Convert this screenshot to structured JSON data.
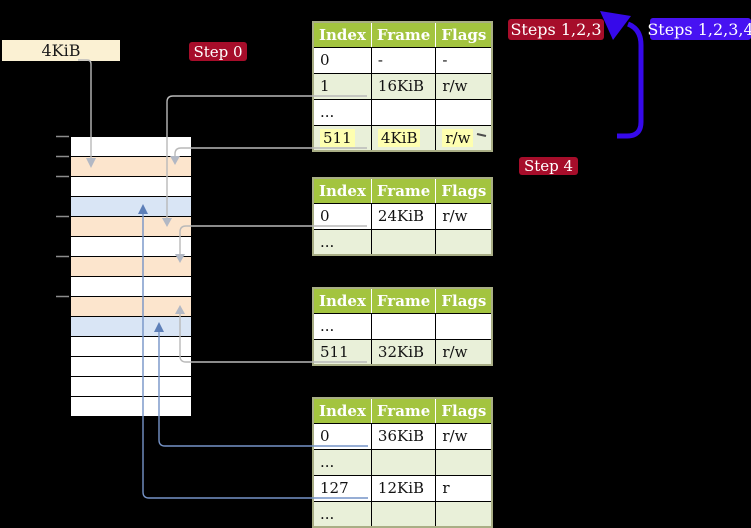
{
  "labels": {
    "frame_size": "4KiB",
    "step0": "Step 0",
    "steps123": "Steps 1,2,3",
    "steps1234": "Steps 1,2,3,4",
    "step4": "Step 4"
  },
  "tables": [
    {
      "name": "page-table-1",
      "headers": [
        "Index",
        "Frame",
        "Flags"
      ],
      "rows": [
        {
          "cells": [
            "0",
            "-",
            "-"
          ],
          "shaded": false,
          "highlight": false
        },
        {
          "cells": [
            "1",
            "16KiB",
            "r/w"
          ],
          "shaded": true,
          "highlight": false
        },
        {
          "cells": [
            "...",
            "",
            ""
          ],
          "shaded": false,
          "highlight": false
        },
        {
          "cells": [
            "511",
            "4KiB",
            "r/w"
          ],
          "shaded": true,
          "highlight": true
        }
      ]
    },
    {
      "name": "page-table-2",
      "headers": [
        "Index",
        "Frame",
        "Flags"
      ],
      "rows": [
        {
          "cells": [
            "0",
            "24KiB",
            "r/w"
          ],
          "shaded": false,
          "highlight": false
        },
        {
          "cells": [
            "...",
            "",
            ""
          ],
          "shaded": true,
          "highlight": false
        }
      ]
    },
    {
      "name": "page-table-3",
      "headers": [
        "Index",
        "Frame",
        "Flags"
      ],
      "rows": [
        {
          "cells": [
            "...",
            "",
            ""
          ],
          "shaded": false,
          "highlight": false
        },
        {
          "cells": [
            "511",
            "32KiB",
            "r/w"
          ],
          "shaded": true,
          "highlight": false
        }
      ]
    },
    {
      "name": "page-table-4",
      "headers": [
        "Index",
        "Frame",
        "Flags"
      ],
      "rows": [
        {
          "cells": [
            "0",
            "36KiB",
            "r/w"
          ],
          "shaded": false,
          "highlight": false
        },
        {
          "cells": [
            "...",
            "",
            ""
          ],
          "shaded": true,
          "highlight": false
        },
        {
          "cells": [
            "127",
            "12KiB",
            "r"
          ],
          "shaded": false,
          "highlight": false
        },
        {
          "cells": [
            "...",
            "",
            ""
          ],
          "shaded": true,
          "highlight": false
        }
      ]
    }
  ],
  "memory": {
    "row_colors": [
      "white",
      "orange",
      "white",
      "blue",
      "orange",
      "white",
      "orange",
      "white",
      "orange",
      "blue",
      "white",
      "white",
      "white",
      "white"
    ]
  },
  "colors": {
    "badge_red": "#a60d2a",
    "badge_blue": "#4712f2",
    "label_bg": "#fbf1d3",
    "table_header_bg": "#a3c43f",
    "table_row_alt": "#e9f0d9",
    "table_border": "#a9ae85",
    "highlight_yellow": "#feffb0",
    "frame_white": "#ffffff",
    "frame_orange": "#fce5cd",
    "frame_blue": "#d9e5f5",
    "connector_gray": "#b9b9b9",
    "connector_gray_head": "#b2b8c4",
    "connector_blue": "#7593c7",
    "connector_blue_head": "#5d7fb8",
    "thick_arrow_blue": "#3609ea",
    "tick_gray": "#8c8c8c"
  }
}
